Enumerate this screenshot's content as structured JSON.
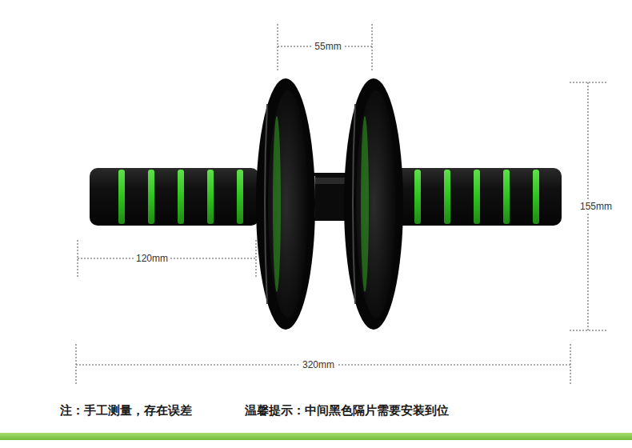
{
  "diagram": {
    "labels": [
      "55mm",
      "155mm",
      "120mm",
      "320mm",
      "注：手工测量，存在误差",
      "温馨提示：中间黑色隔片需要安装到位"
    ]
  }
}
